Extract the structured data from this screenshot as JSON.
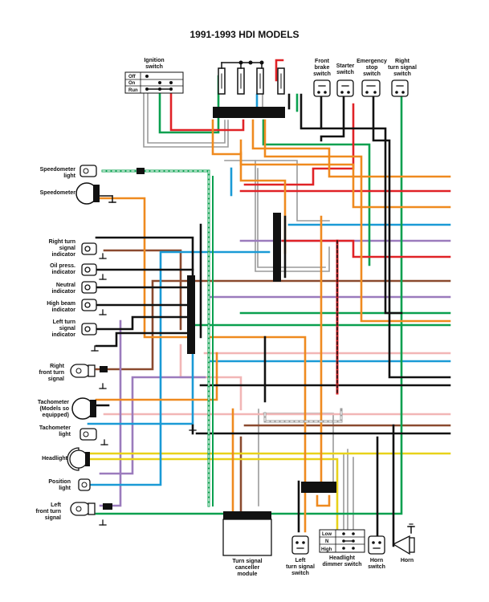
{
  "title": "1991-1993 HDI MODELS",
  "labels": {
    "ignition_switch": "Ignition\nswitch",
    "front_brake_switch": "Front\nbrake\nswitch",
    "starter_switch": "Starter\nswitch",
    "emergency_stop_switch": "Emergency\nstop\nswitch",
    "right_turn_signal_switch": "Right\nturn signal\nswitch",
    "speedometer_light": "Speedometer\nlight",
    "speedometer": "Speedometer",
    "right_turn_signal_indicator": "Right turn\nsignal\nindicator",
    "oil_press_indicator": "Oil press.\nindicator",
    "neutral_indicator": "Neutral\nindicator",
    "high_beam_indicator": "High beam\nindicator",
    "left_turn_signal_indicator": "Left turn\nsignal\nindicator",
    "right_front_turn_signal": "Right\nfront turn\nsignal",
    "tachometer": "Tachometer\n(Models so\nequipped)",
    "tachometer_light": "Tachometer\nlight",
    "headlight": "Headlight",
    "position_light": "Position\nlight",
    "left_front_turn_signal": "Left\nfront turn\nsignal",
    "turn_signal_canceller_module": "Turn signal\ncanceller\nmodule",
    "left_turn_signal_switch": "Left\nturn signal\nswitch",
    "headlight_dimmer_switch": "Headlight\ndimmer switch",
    "horn_switch": "Horn\nswitch",
    "horn": "Horn"
  },
  "ignition_positions": [
    "Off",
    "On",
    "Run"
  ],
  "dimmer_positions": [
    "Low",
    "N",
    "High"
  ],
  "colors": {
    "black": "#111111",
    "red": "#e02226",
    "orange": "#ef8a1f",
    "green": "#0aa04f",
    "blue": "#1a9ad6",
    "purple": "#9b7bbd",
    "brown": "#8b4a2f",
    "pink": "#f2b6b6",
    "yellow": "#e8d21a",
    "gray": "#9a9a9a"
  }
}
